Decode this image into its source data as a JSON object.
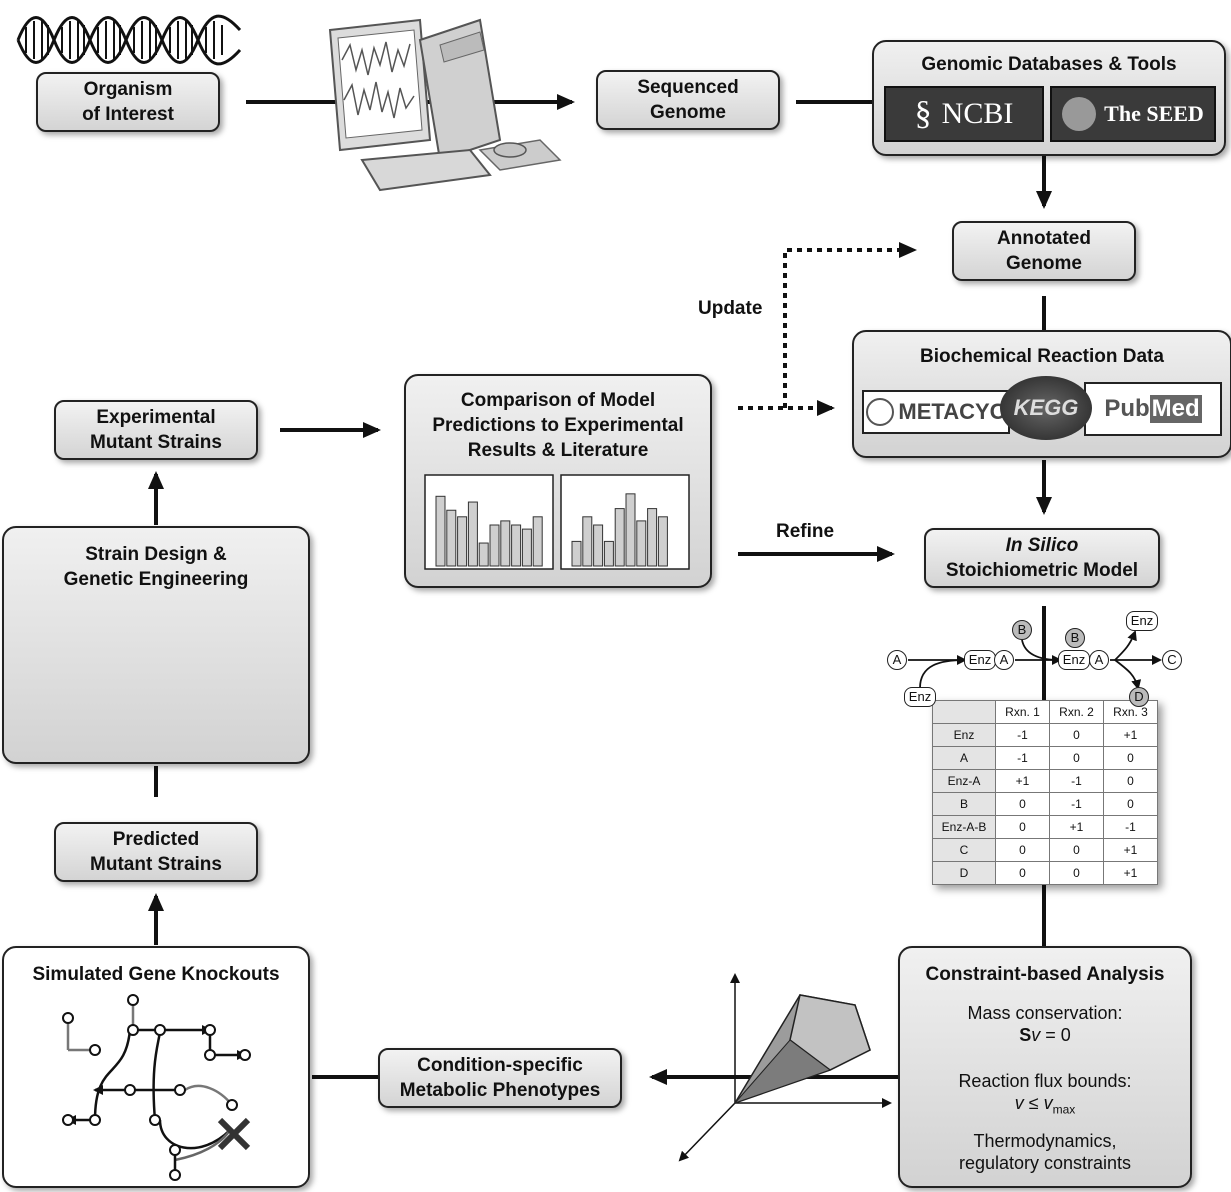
{
  "boxes": {
    "organism": [
      "Organism",
      "of Interest"
    ],
    "sequenced": [
      "Sequenced",
      "Genome"
    ],
    "annotated": [
      "Annotated",
      "Genome"
    ],
    "insilico_italic": "In Silico",
    "insilico_rest": "Stoichiometric Model",
    "condition": [
      "Condition-specific",
      "Metabolic Phenotypes"
    ],
    "predicted": [
      "Predicted",
      "Mutant Strains"
    ],
    "experimental": [
      "Experimental",
      "Mutant Strains"
    ]
  },
  "panels": {
    "genomic_db": "Genomic Databases & Tools",
    "biochem": "Biochemical Reaction Data",
    "comparison": [
      "Comparison of Model",
      "Predictions to Experimental",
      "Results & Literature"
    ],
    "strain_design": [
      "Strain Design &",
      "Genetic Engineering"
    ],
    "knockouts": "Simulated Gene Knockouts",
    "cba": "Constraint-based Analysis"
  },
  "logos": {
    "ncbi": "NCBI",
    "seed": "The SEED",
    "metacyc": "METACYC",
    "kegg": "KEGG",
    "pubmed_a": "Pub",
    "pubmed_b": "Med"
  },
  "arrow_labels": {
    "update": "Update",
    "refine": "Refine"
  },
  "cba_text": {
    "mass_title": "Mass conservation:",
    "mass_S": "S",
    "mass_v": "v",
    "mass_rest": " = 0",
    "flux_title": "Reaction flux bounds:",
    "flux_v": "v",
    "flux_le": " ≤ ",
    "flux_vmax": "v",
    "flux_max": "max",
    "thermo": [
      "Thermodynamics,",
      "regulatory constraints"
    ]
  },
  "reaction_nodes": {
    "A": "A",
    "B": "B",
    "C": "C",
    "D": "D",
    "Enz": "Enz"
  },
  "stoich_table": {
    "columns": [
      "",
      "Rxn. 1",
      "Rxn. 2",
      "Rxn. 3"
    ],
    "rows": [
      [
        "Enz",
        "-1",
        "0",
        "+1"
      ],
      [
        "A",
        "-1",
        "0",
        "0"
      ],
      [
        "Enz-A",
        "+1",
        "-1",
        "0"
      ],
      [
        "B",
        "0",
        "-1",
        "0"
      ],
      [
        "Enz-A-B",
        "0",
        "+1",
        "-1"
      ],
      [
        "C",
        "0",
        "0",
        "+1"
      ],
      [
        "D",
        "0",
        "0",
        "+1"
      ]
    ]
  },
  "comparison_charts": {
    "left": [
      0.85,
      0.68,
      0.6,
      0.78,
      0.28,
      0.5,
      0.55,
      0.5,
      0.45,
      0.6
    ],
    "right": [
      0.3,
      0.6,
      0.5,
      0.3,
      0.7,
      0.88,
      0.55,
      0.7,
      0.6
    ]
  },
  "colors": {
    "box_light": "#f2f2f2",
    "box_dark": "#d4d4d4",
    "stroke": "#222222"
  }
}
